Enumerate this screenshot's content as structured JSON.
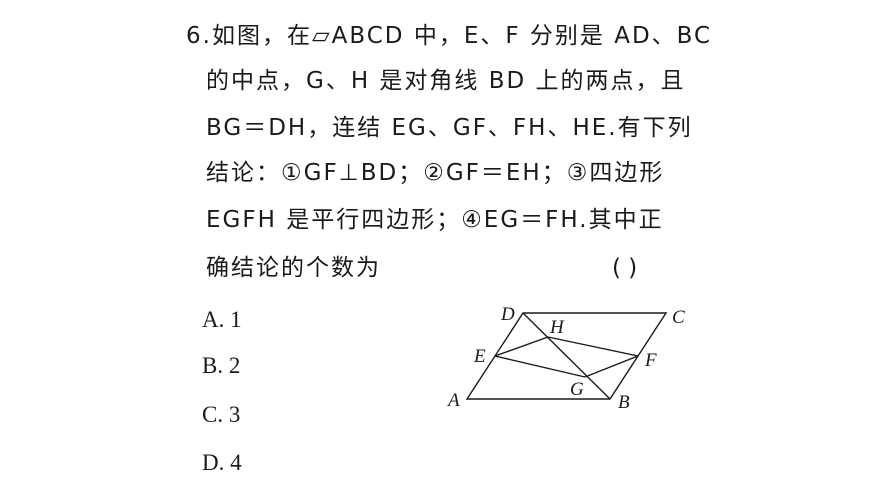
{
  "problem": {
    "number": "6.",
    "lines": [
      "如图，在▱ABCD 中，E、F 分别是 AD、BC",
      "的中点，G、H 是对角线 BD 上的两点，且",
      "BG＝DH，连结 EG、GF、FH、HE.有下列",
      "结论：①GF⊥BD；②GF＝EH；③四边形",
      "EGFH 是平行四边形；④EG＝FH.其中正",
      "确结论的个数为"
    ],
    "answer_bracket": "(      )"
  },
  "options": [
    {
      "label": "A. 1"
    },
    {
      "label": "B. 2"
    },
    {
      "label": "C. 3"
    },
    {
      "label": "D. 4"
    }
  ],
  "figure": {
    "points": {
      "A": {
        "label": "A"
      },
      "B": {
        "label": "B"
      },
      "C": {
        "label": "C"
      },
      "D": {
        "label": "D"
      },
      "E": {
        "label": "E"
      },
      "F": {
        "label": "F"
      },
      "G": {
        "label": "G"
      },
      "H": {
        "label": "H"
      }
    }
  }
}
